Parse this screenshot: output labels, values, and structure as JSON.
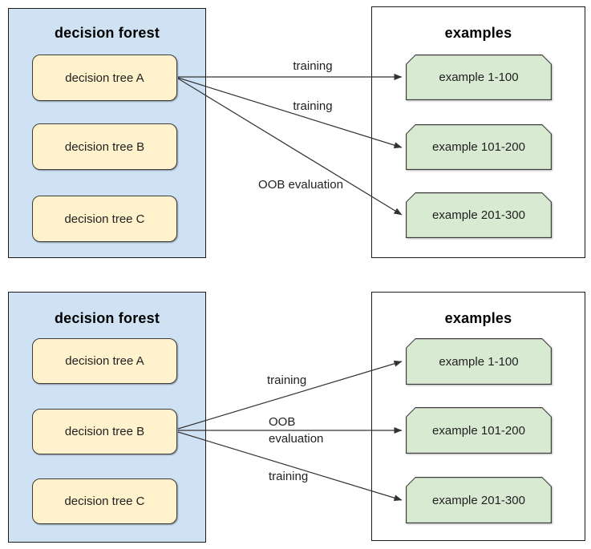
{
  "colors": {
    "forest_fill": "#cfe2f3",
    "tree_fill": "#fff2cc",
    "example_fill": "#d9ead3",
    "shape_border": "#3d3d3d",
    "frame_border": "#1a1a1a",
    "arrow": "#333333"
  },
  "diagrams": [
    {
      "forest": {
        "title": "decision forest",
        "trees": [
          "decision tree A",
          "decision tree B",
          "decision tree C"
        ]
      },
      "examples": {
        "title": "examples",
        "items": [
          "example 1-100",
          "example 101-200",
          "example 201-300"
        ]
      },
      "arrow_source": "decision tree A",
      "arrow_labels": [
        "training",
        "training",
        "OOB evaluation"
      ]
    },
    {
      "forest": {
        "title": "decision forest",
        "trees": [
          "decision tree A",
          "decision tree B",
          "decision tree C"
        ]
      },
      "examples": {
        "title": "examples",
        "items": [
          "example 1-100",
          "example 101-200",
          "example 201-300"
        ]
      },
      "arrow_source": "decision tree B",
      "arrow_labels": [
        "training",
        "OOB evaluation",
        "training"
      ]
    }
  ]
}
